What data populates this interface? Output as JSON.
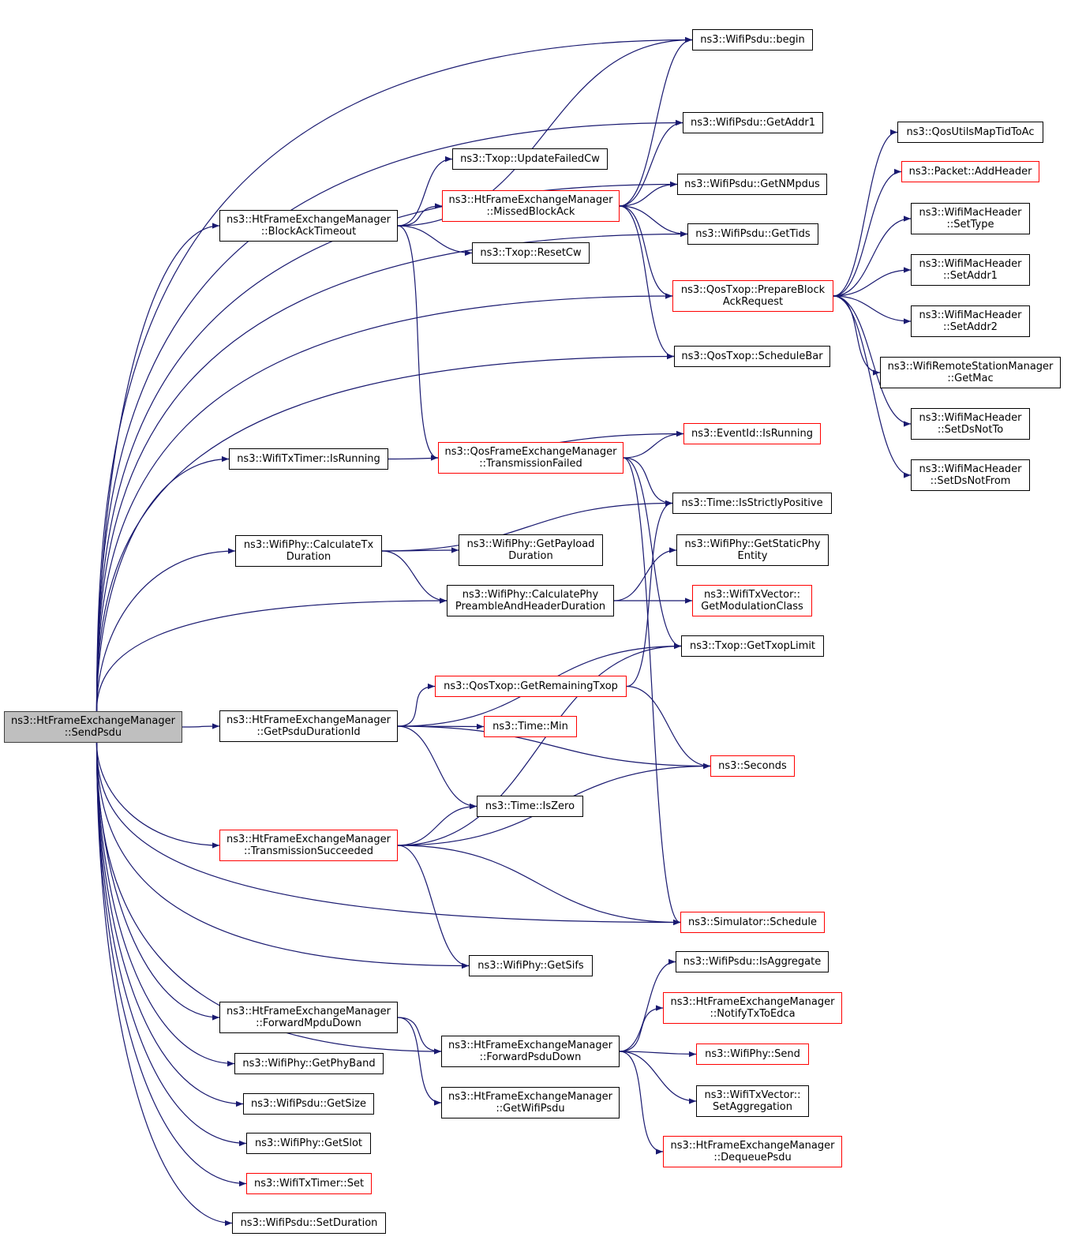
{
  "colors": {
    "edge": "#191970",
    "node_border": "#000000",
    "red_border": "#ff0000",
    "root_fill": "#bfbfbf"
  },
  "nodes": [
    {
      "id": "root",
      "lines": [
        "ns3::HtFrameExchangeManager",
        "::SendPsdu"
      ],
      "style": "root"
    },
    {
      "id": "psdu_begin",
      "lines": [
        "ns3::WifiPsdu::begin"
      ],
      "style": "black"
    },
    {
      "id": "psdu_getaddr1",
      "lines": [
        "ns3::WifiPsdu::GetAddr1"
      ],
      "style": "black"
    },
    {
      "id": "txop_updatefailedcw",
      "lines": [
        "ns3::Txop::UpdateFailedCw"
      ],
      "style": "black"
    },
    {
      "id": "psdu_getnmpdus",
      "lines": [
        "ns3::WifiPsdu::GetNMpdus"
      ],
      "style": "black"
    },
    {
      "id": "ht_blockacktimeout",
      "lines": [
        "ns3::HtFrameExchangeManager",
        "::BlockAckTimeout"
      ],
      "style": "black"
    },
    {
      "id": "ht_missedblockack",
      "lines": [
        "ns3::HtFrameExchangeManager",
        "::MissedBlockAck"
      ],
      "style": "red"
    },
    {
      "id": "psdu_gettids",
      "lines": [
        "ns3::WifiPsdu::GetTids"
      ],
      "style": "black"
    },
    {
      "id": "txop_resetcw",
      "lines": [
        "ns3::Txop::ResetCw"
      ],
      "style": "black"
    },
    {
      "id": "qos_prepareblock",
      "lines": [
        "ns3::QosTxop::PrepareBlock",
        "AckRequest"
      ],
      "style": "red"
    },
    {
      "id": "qos_schedulebar",
      "lines": [
        "ns3::QosTxop::ScheduleBar"
      ],
      "style": "black"
    },
    {
      "id": "qosutils_maptid",
      "lines": [
        "ns3::QosUtilsMapTidToAc"
      ],
      "style": "black"
    },
    {
      "id": "packet_addheader",
      "lines": [
        "ns3::Packet::AddHeader"
      ],
      "style": "red"
    },
    {
      "id": "mac_settype",
      "lines": [
        "ns3::WifiMacHeader",
        "::SetType"
      ],
      "style": "black"
    },
    {
      "id": "mac_setaddr1",
      "lines": [
        "ns3::WifiMacHeader",
        "::SetAddr1"
      ],
      "style": "black"
    },
    {
      "id": "mac_setaddr2",
      "lines": [
        "ns3::WifiMacHeader",
        "::SetAddr2"
      ],
      "style": "black"
    },
    {
      "id": "rsm_getmac",
      "lines": [
        "ns3::WifiRemoteStationManager",
        "::GetMac"
      ],
      "style": "black"
    },
    {
      "id": "mac_setdsnotto",
      "lines": [
        "ns3::WifiMacHeader",
        "::SetDsNotTo"
      ],
      "style": "black"
    },
    {
      "id": "mac_setdsnotfrom",
      "lines": [
        "ns3::WifiMacHeader",
        "::SetDsNotFrom"
      ],
      "style": "black"
    },
    {
      "id": "txtimer_isrunning",
      "lines": [
        "ns3::WifiTxTimer::IsRunning"
      ],
      "style": "black"
    },
    {
      "id": "qosfem_txfailed",
      "lines": [
        "ns3::QosFrameExchangeManager",
        "::TransmissionFailed"
      ],
      "style": "red"
    },
    {
      "id": "eventid_isrunning",
      "lines": [
        "ns3::EventId::IsRunning"
      ],
      "style": "red"
    },
    {
      "id": "time_isstrictlypositive",
      "lines": [
        "ns3::Time::IsStrictlyPositive"
      ],
      "style": "black"
    },
    {
      "id": "phy_calctxduration",
      "lines": [
        "ns3::WifiPhy::CalculateTx",
        "Duration"
      ],
      "style": "black"
    },
    {
      "id": "phy_getpayloadduration",
      "lines": [
        "ns3::WifiPhy::GetPayload",
        "Duration"
      ],
      "style": "black"
    },
    {
      "id": "phy_getstaticphyentity",
      "lines": [
        "ns3::WifiPhy::GetStaticPhy",
        "Entity"
      ],
      "style": "black"
    },
    {
      "id": "phy_calcphypreamble",
      "lines": [
        "ns3::WifiPhy::CalculatePhy",
        "PreambleAndHeaderDuration"
      ],
      "style": "black"
    },
    {
      "id": "txvector_getmodclass",
      "lines": [
        "ns3::WifiTxVector::",
        "GetModulationClass"
      ],
      "style": "red"
    },
    {
      "id": "txop_gettxoplimit",
      "lines": [
        "ns3::Txop::GetTxopLimit"
      ],
      "style": "black"
    },
    {
      "id": "qos_getremainingtxop",
      "lines": [
        "ns3::QosTxop::GetRemainingTxop"
      ],
      "style": "red"
    },
    {
      "id": "ht_getpsdudurationid",
      "lines": [
        "ns3::HtFrameExchangeManager",
        "::GetPsduDurationId"
      ],
      "style": "black"
    },
    {
      "id": "time_min",
      "lines": [
        "ns3::Time::Min"
      ],
      "style": "red"
    },
    {
      "id": "seconds",
      "lines": [
        "ns3::Seconds"
      ],
      "style": "red"
    },
    {
      "id": "time_iszero",
      "lines": [
        "ns3::Time::IsZero"
      ],
      "style": "black"
    },
    {
      "id": "ht_txsucceeded",
      "lines": [
        "ns3::HtFrameExchangeManager",
        "::TransmissionSucceeded"
      ],
      "style": "red"
    },
    {
      "id": "simulator_schedule",
      "lines": [
        "ns3::Simulator::Schedule"
      ],
      "style": "red"
    },
    {
      "id": "phy_getsifs",
      "lines": [
        "ns3::WifiPhy::GetSifs"
      ],
      "style": "black"
    },
    {
      "id": "psdu_isaggregate",
      "lines": [
        "ns3::WifiPsdu::IsAggregate"
      ],
      "style": "black"
    },
    {
      "id": "ht_notifytxtoedca",
      "lines": [
        "ns3::HtFrameExchangeManager",
        "::NotifyTxToEdca"
      ],
      "style": "red"
    },
    {
      "id": "ht_forwardmpdudown",
      "lines": [
        "ns3::HtFrameExchangeManager",
        "::ForwardMpduDown"
      ],
      "style": "black"
    },
    {
      "id": "ht_forwardpsdudown",
      "lines": [
        "ns3::HtFrameExchangeManager",
        "::ForwardPsduDown"
      ],
      "style": "black"
    },
    {
      "id": "phy_send",
      "lines": [
        "ns3::WifiPhy::Send"
      ],
      "style": "red"
    },
    {
      "id": "phy_getphyband",
      "lines": [
        "ns3::WifiPhy::GetPhyBand"
      ],
      "style": "black"
    },
    {
      "id": "txvector_setaggregation",
      "lines": [
        "ns3::WifiTxVector::",
        "SetAggregation"
      ],
      "style": "black"
    },
    {
      "id": "psdu_getsize",
      "lines": [
        "ns3::WifiPsdu::GetSize"
      ],
      "style": "black"
    },
    {
      "id": "ht_getwifipsdu",
      "lines": [
        "ns3::HtFrameExchangeManager",
        "::GetWifiPsdu"
      ],
      "style": "black"
    },
    {
      "id": "phy_getslot",
      "lines": [
        "ns3::WifiPhy::GetSlot"
      ],
      "style": "black"
    },
    {
      "id": "ht_dequeuepsdu",
      "lines": [
        "ns3::HtFrameExchangeManager",
        "::DequeuePsdu"
      ],
      "style": "red"
    },
    {
      "id": "txtimer_set",
      "lines": [
        "ns3::WifiTxTimer::Set"
      ],
      "style": "red"
    },
    {
      "id": "psdu_setduration",
      "lines": [
        "ns3::WifiPsdu::SetDuration"
      ],
      "style": "black"
    }
  ],
  "edges": [
    [
      "root",
      "psdu_begin"
    ],
    [
      "root",
      "psdu_getaddr1"
    ],
    [
      "root",
      "psdu_getnmpdus"
    ],
    [
      "root",
      "ht_blockacktimeout"
    ],
    [
      "root",
      "psdu_gettids"
    ],
    [
      "root",
      "qos_prepareblock"
    ],
    [
      "root",
      "qos_schedulebar"
    ],
    [
      "root",
      "txtimer_isrunning"
    ],
    [
      "root",
      "phy_calctxduration"
    ],
    [
      "root",
      "phy_calcphypreamble"
    ],
    [
      "root",
      "ht_getpsdudurationid"
    ],
    [
      "root",
      "ht_txsucceeded"
    ],
    [
      "root",
      "phy_getsifs"
    ],
    [
      "root",
      "simulator_schedule"
    ],
    [
      "root",
      "ht_forwardpsdudown"
    ],
    [
      "root",
      "ht_forwardmpdudown"
    ],
    [
      "root",
      "phy_getphyband"
    ],
    [
      "root",
      "psdu_getsize"
    ],
    [
      "root",
      "phy_getslot"
    ],
    [
      "root",
      "txtimer_set"
    ],
    [
      "root",
      "psdu_setduration"
    ],
    [
      "ht_blockacktimeout",
      "psdu_begin"
    ],
    [
      "ht_blockacktimeout",
      "txop_updatefailedcw"
    ],
    [
      "ht_blockacktimeout",
      "ht_missedblockack"
    ],
    [
      "ht_blockacktimeout",
      "txop_resetcw"
    ],
    [
      "ht_blockacktimeout",
      "qosfem_txfailed"
    ],
    [
      "ht_missedblockack",
      "psdu_begin"
    ],
    [
      "ht_missedblockack",
      "psdu_getaddr1"
    ],
    [
      "ht_missedblockack",
      "psdu_getnmpdus"
    ],
    [
      "ht_missedblockack",
      "psdu_gettids"
    ],
    [
      "ht_missedblockack",
      "qos_prepareblock"
    ],
    [
      "ht_missedblockack",
      "qos_schedulebar"
    ],
    [
      "qos_prepareblock",
      "qosutils_maptid"
    ],
    [
      "qos_prepareblock",
      "packet_addheader"
    ],
    [
      "qos_prepareblock",
      "mac_settype"
    ],
    [
      "qos_prepareblock",
      "mac_setaddr1"
    ],
    [
      "qos_prepareblock",
      "mac_setaddr2"
    ],
    [
      "qos_prepareblock",
      "rsm_getmac"
    ],
    [
      "qos_prepareblock",
      "mac_setdsnotto"
    ],
    [
      "qos_prepareblock",
      "mac_setdsnotfrom"
    ],
    [
      "txtimer_isrunning",
      "eventid_isrunning"
    ],
    [
      "qosfem_txfailed",
      "eventid_isrunning"
    ],
    [
      "qosfem_txfailed",
      "time_isstrictlypositive"
    ],
    [
      "qosfem_txfailed",
      "txop_gettxoplimit"
    ],
    [
      "qosfem_txfailed",
      "simulator_schedule"
    ],
    [
      "phy_calctxduration",
      "time_isstrictlypositive"
    ],
    [
      "phy_calctxduration",
      "phy_getpayloadduration"
    ],
    [
      "phy_calctxduration",
      "phy_calcphypreamble"
    ],
    [
      "phy_calcphypreamble",
      "phy_getstaticphyentity"
    ],
    [
      "phy_calcphypreamble",
      "txvector_getmodclass"
    ],
    [
      "ht_getpsdudurationid",
      "txop_gettxoplimit"
    ],
    [
      "ht_getpsdudurationid",
      "qos_getremainingtxop"
    ],
    [
      "ht_getpsdudurationid",
      "time_min"
    ],
    [
      "ht_getpsdudurationid",
      "seconds"
    ],
    [
      "ht_getpsdudurationid",
      "time_iszero"
    ],
    [
      "qos_getremainingtxop",
      "time_isstrictlypositive"
    ],
    [
      "qos_getremainingtxop",
      "seconds"
    ],
    [
      "ht_txsucceeded",
      "time_iszero"
    ],
    [
      "ht_txsucceeded",
      "txop_gettxoplimit"
    ],
    [
      "ht_txsucceeded",
      "seconds"
    ],
    [
      "ht_txsucceeded",
      "simulator_schedule"
    ],
    [
      "ht_txsucceeded",
      "phy_getsifs"
    ],
    [
      "ht_forwardmpdudown",
      "ht_forwardpsdudown"
    ],
    [
      "ht_forwardmpdudown",
      "ht_getwifipsdu"
    ],
    [
      "ht_forwardpsdudown",
      "psdu_isaggregate"
    ],
    [
      "ht_forwardpsdudown",
      "ht_notifytxtoedca"
    ],
    [
      "ht_forwardpsdudown",
      "phy_send"
    ],
    [
      "ht_forwardpsdudown",
      "txvector_setaggregation"
    ],
    [
      "ht_forwardpsdudown",
      "ht_dequeuepsdu"
    ]
  ]
}
